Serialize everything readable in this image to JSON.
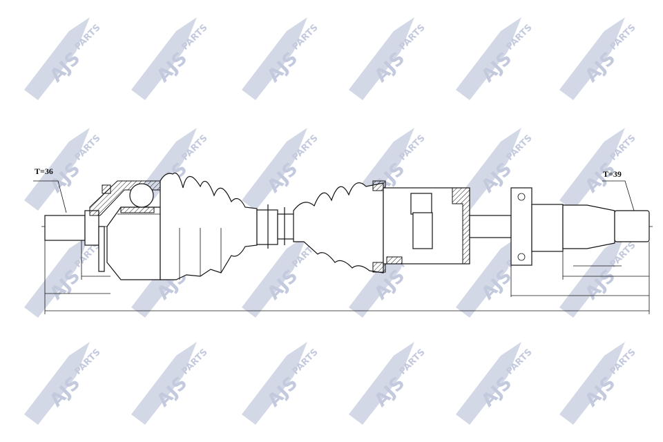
{
  "drawing": {
    "labels": {
      "left_teeth": "T=36",
      "right_teeth": "T=39"
    },
    "watermark": {
      "brand": "AJS",
      "sub": "PARTS",
      "color": "#c9cfe0"
    },
    "line_color": "#111111"
  }
}
